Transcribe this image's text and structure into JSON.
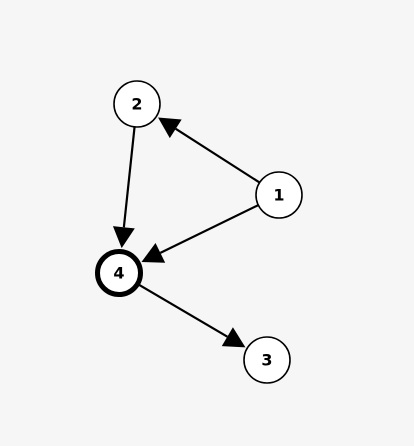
{
  "colors": {
    "background": "#f6f6f6",
    "node_fill": "#ffffff",
    "stroke": "#000000",
    "text": "#000000"
  },
  "graph": {
    "directed": true,
    "highlighted_node": "4",
    "nodes": [
      {
        "id": "1",
        "label": "1"
      },
      {
        "id": "2",
        "label": "2"
      },
      {
        "id": "3",
        "label": "3"
      },
      {
        "id": "4",
        "label": "4"
      }
    ],
    "edges": [
      {
        "from": "1",
        "to": "2"
      },
      {
        "from": "1",
        "to": "4"
      },
      {
        "from": "2",
        "to": "4"
      },
      {
        "from": "4",
        "to": "3"
      }
    ]
  }
}
